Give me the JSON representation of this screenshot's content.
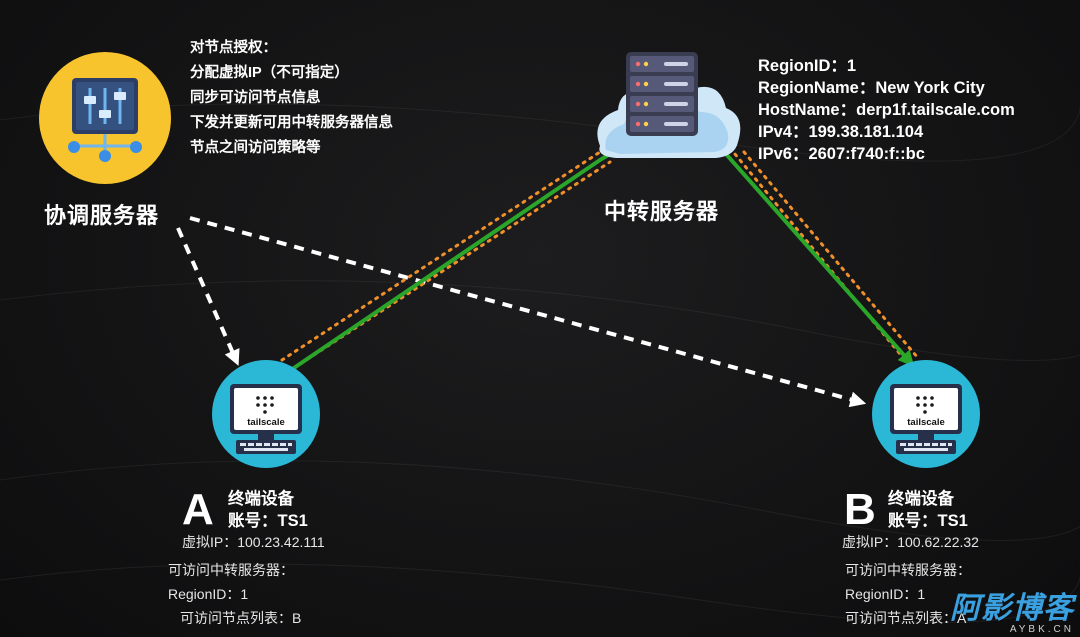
{
  "coordinator": {
    "title": "协调服务器",
    "duties": [
      "对节点授权：",
      "分配虚拟IP（不可指定）",
      "同步可访问节点信息",
      "下发并更新可用中转服务器信息",
      "节点之间访问策略等"
    ],
    "icon": "control-sliders-icon",
    "icon_color": "#f7c42e"
  },
  "relay": {
    "title": "中转服务器",
    "icon": "server-cloud-icon",
    "info": [
      {
        "key": "RegionID：",
        "value": "1"
      },
      {
        "key": "RegionName：",
        "value": "New York City"
      },
      {
        "key": "HostName：",
        "value": "derp1f.tailscale.com"
      },
      {
        "key": "IPv4：",
        "value": "199.38.181.104"
      },
      {
        "key": "IPv6：",
        "value": "2607:f740:f::bc"
      }
    ]
  },
  "device_a": {
    "letter": "A",
    "name": "终端设备",
    "account": "账号：TS1",
    "virtual_ip": "虚拟IP：100.23.42.111",
    "relay_label": "可访问中转服务器：",
    "relay_region": "RegionID：1",
    "peers": "可访问节点列表：B",
    "screen_label": "tailscale"
  },
  "device_b": {
    "letter": "B",
    "name": "终端设备",
    "account": "账号：TS1",
    "virtual_ip": "虚拟IP：100.62.22.32",
    "relay_label": "可访问中转服务器：",
    "relay_region": "RegionID：1",
    "peers": "可访问节点列表：A",
    "screen_label": "tailscale"
  },
  "colors": {
    "relay_path": "#2aa62a",
    "dotted_path": "#f0902a",
    "control_arrow": "#ffffff",
    "device_circle": "#2bb8d6",
    "coordinator_circle": "#f7c42e"
  },
  "watermark": {
    "main": "阿影博客",
    "sub": "AYBK.CN"
  }
}
